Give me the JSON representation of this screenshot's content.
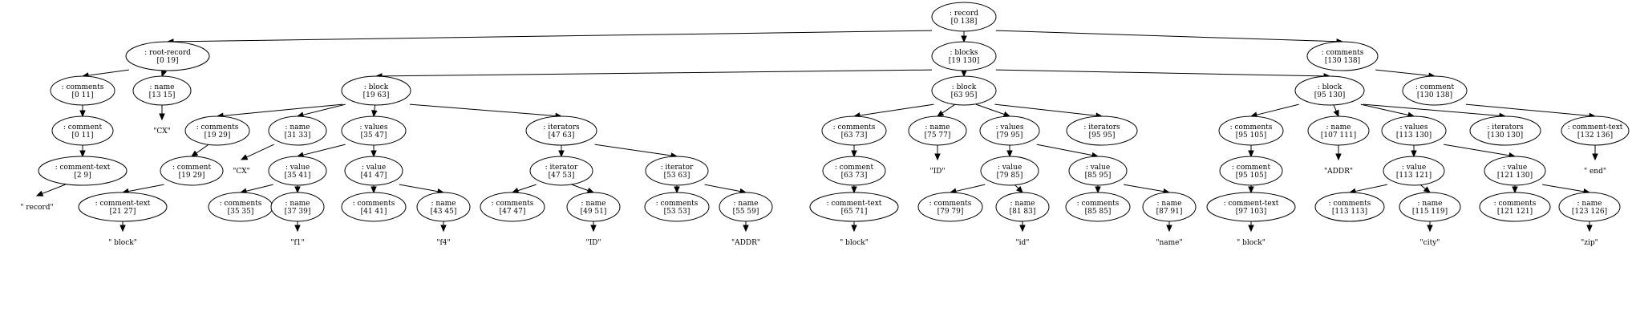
{
  "nodes": [
    {
      "id": "record",
      "lines": [
        ": record",
        "[0 138]"
      ]
    },
    {
      "id": "root_record",
      "lines": [
        ": root-record",
        "[0 19]"
      ]
    },
    {
      "id": "rr_comments",
      "lines": [
        ": comments",
        "[0 11]"
      ]
    },
    {
      "id": "rr_comment",
      "lines": [
        ": comment",
        "[0 11]"
      ]
    },
    {
      "id": "rr_ctext",
      "lines": [
        ": comment-text",
        "[2 9]"
      ]
    },
    {
      "id": "rr_ctext_val",
      "lines": [
        "\" record\""
      ]
    },
    {
      "id": "rr_name",
      "lines": [
        ": name",
        "[13 15]"
      ]
    },
    {
      "id": "rr_name_val",
      "lines": [
        "\"CX\""
      ]
    },
    {
      "id": "blocks",
      "lines": [
        ": blocks",
        "[19 130]"
      ]
    },
    {
      "id": "b1",
      "lines": [
        ": block",
        "[19 63]"
      ]
    },
    {
      "id": "b1_comments",
      "lines": [
        ": comments",
        "[19 29]"
      ]
    },
    {
      "id": "b1_comment",
      "lines": [
        ": comment",
        "[19 29]"
      ]
    },
    {
      "id": "b1_ctext",
      "lines": [
        ": comment-text",
        "[21 27]"
      ]
    },
    {
      "id": "b1_ctext_val",
      "lines": [
        "\" block\""
      ]
    },
    {
      "id": "b1_name",
      "lines": [
        ": name",
        "[31 33]"
      ]
    },
    {
      "id": "b1_name_val",
      "lines": [
        "\"CX\""
      ]
    },
    {
      "id": "b1_values",
      "lines": [
        ": values",
        "[35 47]"
      ]
    },
    {
      "id": "b1_v1",
      "lines": [
        ": value",
        "[35 41]"
      ]
    },
    {
      "id": "b1_v1_comments",
      "lines": [
        ": comments",
        "[35 35]"
      ]
    },
    {
      "id": "b1_v1_name",
      "lines": [
        ": name",
        "[37 39]"
      ]
    },
    {
      "id": "b1_v1_name_val",
      "lines": [
        "\"f1\""
      ]
    },
    {
      "id": "b1_v2",
      "lines": [
        ": value",
        "[41 47]"
      ]
    },
    {
      "id": "b1_v2_comments",
      "lines": [
        ": comments",
        "[41 41]"
      ]
    },
    {
      "id": "b1_v2_name",
      "lines": [
        ": name",
        "[43 45]"
      ]
    },
    {
      "id": "b1_v2_name_val",
      "lines": [
        "\"f4\""
      ]
    },
    {
      "id": "b1_iterators",
      "lines": [
        ": iterators",
        "[47 63]"
      ]
    },
    {
      "id": "b1_it1",
      "lines": [
        ": iterator",
        "[47 53]"
      ]
    },
    {
      "id": "b1_it1_comments",
      "lines": [
        ": comments",
        "[47 47]"
      ]
    },
    {
      "id": "b1_it1_name",
      "lines": [
        ": name",
        "[49 51]"
      ]
    },
    {
      "id": "b1_it1_name_val",
      "lines": [
        "\"ID\""
      ]
    },
    {
      "id": "b1_it2",
      "lines": [
        ": iterator",
        "[53 63]"
      ]
    },
    {
      "id": "b1_it2_comments",
      "lines": [
        ": comments",
        "[53 53]"
      ]
    },
    {
      "id": "b1_it2_name",
      "lines": [
        ": name",
        "[55 59]"
      ]
    },
    {
      "id": "b1_it2_name_val",
      "lines": [
        "\"ADDR\""
      ]
    },
    {
      "id": "b2",
      "lines": [
        ": block",
        "[63 95]"
      ]
    },
    {
      "id": "b2_comments",
      "lines": [
        ": comments",
        "[63 73]"
      ]
    },
    {
      "id": "b2_comment",
      "lines": [
        ": comment",
        "[63 73]"
      ]
    },
    {
      "id": "b2_ctext",
      "lines": [
        ": comment-text",
        "[65 71]"
      ]
    },
    {
      "id": "b2_ctext_val",
      "lines": [
        "\" block\""
      ]
    },
    {
      "id": "b2_name",
      "lines": [
        ": name",
        "[75 77]"
      ]
    },
    {
      "id": "b2_name_val",
      "lines": [
        "\"ID\""
      ]
    },
    {
      "id": "b2_values",
      "lines": [
        ": values",
        "[79 95]"
      ]
    },
    {
      "id": "b2_v1",
      "lines": [
        ": value",
        "[79 85]"
      ]
    },
    {
      "id": "b2_v1_comments",
      "lines": [
        ": comments",
        "[79 79]"
      ]
    },
    {
      "id": "b2_v1_name",
      "lines": [
        ": name",
        "[81 83]"
      ]
    },
    {
      "id": "b2_v1_name_val",
      "lines": [
        "\"id\""
      ]
    },
    {
      "id": "b2_v2",
      "lines": [
        ": value",
        "[85 95]"
      ]
    },
    {
      "id": "b2_v2_comments",
      "lines": [
        ": comments",
        "[85 85]"
      ]
    },
    {
      "id": "b2_v2_name",
      "lines": [
        ": name",
        "[87 91]"
      ]
    },
    {
      "id": "b2_v2_name_val",
      "lines": [
        "\"name\""
      ]
    },
    {
      "id": "b2_iterators",
      "lines": [
        ": iterators",
        "[95 95]"
      ]
    },
    {
      "id": "b3",
      "lines": [
        ": block",
        "[95 130]"
      ]
    },
    {
      "id": "b3_comments",
      "lines": [
        ": comments",
        "[95 105]"
      ]
    },
    {
      "id": "b3_comment",
      "lines": [
        ": comment",
        "[95 105]"
      ]
    },
    {
      "id": "b3_ctext",
      "lines": [
        ": comment-text",
        "[97 103]"
      ]
    },
    {
      "id": "b3_ctext_val",
      "lines": [
        "\" block\""
      ]
    },
    {
      "id": "b3_name",
      "lines": [
        ": name",
        "[107 111]"
      ]
    },
    {
      "id": "b3_name_val",
      "lines": [
        "\"ADDR\""
      ]
    },
    {
      "id": "b3_values",
      "lines": [
        ": values",
        "[113 130]"
      ]
    },
    {
      "id": "b3_v1",
      "lines": [
        ": value",
        "[113 121]"
      ]
    },
    {
      "id": "b3_v1_comments",
      "lines": [
        ": comments",
        "[113 113]"
      ]
    },
    {
      "id": "b3_v1_name",
      "lines": [
        ": name",
        "[115 119]"
      ]
    },
    {
      "id": "b3_v1_name_val",
      "lines": [
        "\"city\""
      ]
    },
    {
      "id": "b3_v2",
      "lines": [
        ": value",
        "[121 130]"
      ]
    },
    {
      "id": "b3_v2_comments",
      "lines": [
        ": comments",
        "[121 121]"
      ]
    },
    {
      "id": "b3_v2_name",
      "lines": [
        ": name",
        "[123 126]"
      ]
    },
    {
      "id": "b3_v2_name_val",
      "lines": [
        "\"zip\""
      ]
    },
    {
      "id": "b3_iterators",
      "lines": [
        ": iterators",
        "[130 130]"
      ]
    },
    {
      "id": "top_comments",
      "lines": [
        ": comments",
        "[130 138]"
      ]
    },
    {
      "id": "top_comment",
      "lines": [
        ": comment",
        "[130 138]"
      ]
    },
    {
      "id": "top_ctext",
      "lines": [
        ": comment-text",
        "[132 136]"
      ]
    },
    {
      "id": "top_ctext_val",
      "lines": [
        "\" end\""
      ]
    }
  ],
  "edges": [
    [
      "record",
      "root_record"
    ],
    [
      "record",
      "blocks"
    ],
    [
      "record",
      "top_comments"
    ],
    [
      "root_record",
      "rr_comments"
    ],
    [
      "root_record",
      "rr_name"
    ],
    [
      "rr_comments",
      "rr_comment"
    ],
    [
      "rr_comment",
      "rr_ctext"
    ],
    [
      "rr_ctext",
      "rr_ctext_val"
    ],
    [
      "rr_name",
      "rr_name_val"
    ],
    [
      "blocks",
      "b1"
    ],
    [
      "blocks",
      "b2"
    ],
    [
      "blocks",
      "b3"
    ],
    [
      "b1",
      "b1_comments"
    ],
    [
      "b1",
      "b1_name"
    ],
    [
      "b1",
      "b1_values"
    ],
    [
      "b1",
      "b1_iterators"
    ],
    [
      "b1_comments",
      "b1_comment"
    ],
    [
      "b1_comment",
      "b1_ctext"
    ],
    [
      "b1_ctext",
      "b1_ctext_val"
    ],
    [
      "b1_name",
      "b1_name_val"
    ],
    [
      "b1_values",
      "b1_v1"
    ],
    [
      "b1_values",
      "b1_v2"
    ],
    [
      "b1_v1",
      "b1_v1_comments"
    ],
    [
      "b1_v1",
      "b1_v1_name"
    ],
    [
      "b1_v1_name",
      "b1_v1_name_val"
    ],
    [
      "b1_v2",
      "b1_v2_comments"
    ],
    [
      "b1_v2",
      "b1_v2_name"
    ],
    [
      "b1_v2_name",
      "b1_v2_name_val"
    ],
    [
      "b1_iterators",
      "b1_it1"
    ],
    [
      "b1_iterators",
      "b1_it2"
    ],
    [
      "b1_it1",
      "b1_it1_comments"
    ],
    [
      "b1_it1",
      "b1_it1_name"
    ],
    [
      "b1_it1_name",
      "b1_it1_name_val"
    ],
    [
      "b1_it2",
      "b1_it2_comments"
    ],
    [
      "b1_it2",
      "b1_it2_name"
    ],
    [
      "b1_it2_name",
      "b1_it2_name_val"
    ],
    [
      "b2",
      "b2_comments"
    ],
    [
      "b2",
      "b2_name"
    ],
    [
      "b2",
      "b2_values"
    ],
    [
      "b2",
      "b2_iterators"
    ],
    [
      "b2_comments",
      "b2_comment"
    ],
    [
      "b2_comment",
      "b2_ctext"
    ],
    [
      "b2_ctext",
      "b2_ctext_val"
    ],
    [
      "b2_name",
      "b2_name_val"
    ],
    [
      "b2_values",
      "b2_v1"
    ],
    [
      "b2_values",
      "b2_v2"
    ],
    [
      "b2_v1",
      "b2_v1_comments"
    ],
    [
      "b2_v1",
      "b2_v1_name"
    ],
    [
      "b2_v1_name",
      "b2_v1_name_val"
    ],
    [
      "b2_v2",
      "b2_v2_comments"
    ],
    [
      "b2_v2",
      "b2_v2_name"
    ],
    [
      "b2_v2_name",
      "b2_v2_name_val"
    ],
    [
      "b3",
      "b3_comments"
    ],
    [
      "b3",
      "b3_name"
    ],
    [
      "b3",
      "b3_values"
    ],
    [
      "b3",
      "b3_iterators"
    ],
    [
      "b3_comments",
      "b3_comment"
    ],
    [
      "b3_comment",
      "b3_ctext"
    ],
    [
      "b3_ctext",
      "b3_ctext_val"
    ],
    [
      "b3_name",
      "b3_name_val"
    ],
    [
      "b3_values",
      "b3_v1"
    ],
    [
      "b3_values",
      "b3_v2"
    ],
    [
      "b3_v1",
      "b3_v1_comments"
    ],
    [
      "b3_v1",
      "b3_v1_name"
    ],
    [
      "b3_v1_name",
      "b3_v1_name_val"
    ],
    [
      "b3_v2",
      "b3_v2_comments"
    ],
    [
      "b3_v2",
      "b3_v2_name"
    ],
    [
      "b3_v2_name",
      "b3_v2_name_val"
    ],
    [
      "top_comments",
      "top_comment"
    ],
    [
      "top_comment",
      "top_ctext"
    ],
    [
      "top_ctext",
      "top_ctext_val"
    ]
  ]
}
